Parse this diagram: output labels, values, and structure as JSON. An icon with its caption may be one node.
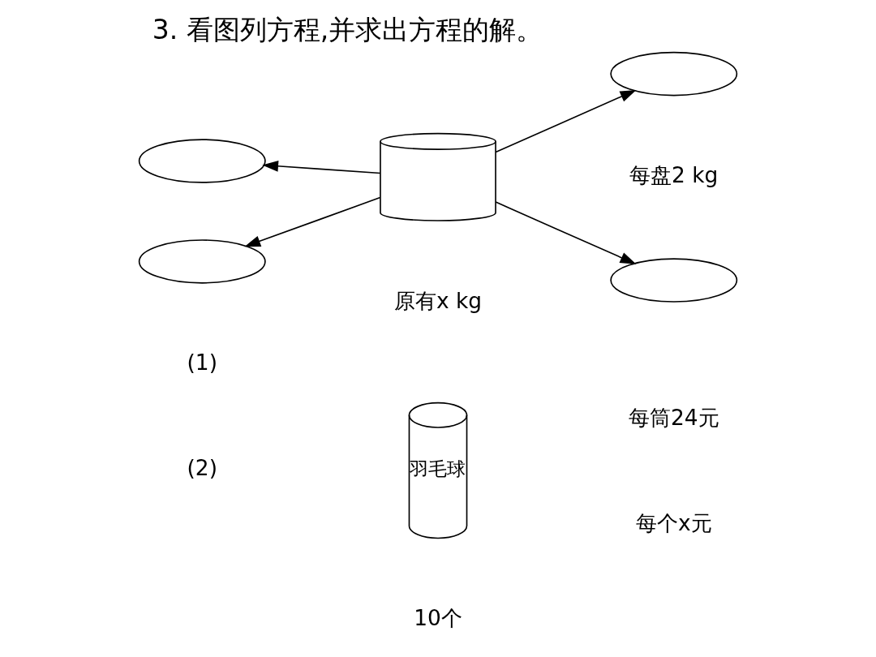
{
  "diagram": {
    "title": "3. 看图列方程,并求出方程的解。",
    "nodes": [
      {
        "text": [],
        "shape": "circle"
      },
      {
        "text": [],
        "shape": "cylinder",
        "beside": [
          "原有x kg"
        ]
      },
      {
        "text": [],
        "shape": "circle",
        "beside": [
          "每盘2 kg"
        ]
      },
      {
        "text": [],
        "shape": "circle"
      },
      {
        "text": [],
        "shape": "circle"
      },
      {
        "text": [
          "羽毛球"
        ],
        "beside": [
          "10个"
        ]
      }
    ],
    "edges": [
      {
        "from": 1,
        "to": 0,
        "arrow": "to"
      },
      {
        "from": 1,
        "to": 2,
        "arrow": "to"
      },
      {
        "from": 1,
        "to": 3,
        "arrow": "to"
      },
      {
        "from": 1,
        "to": 4,
        "arrow": "to"
      }
    ],
    "labels": [
      "(1)",
      "(2)",
      "每筒24元",
      "每个x元"
    ]
  }
}
